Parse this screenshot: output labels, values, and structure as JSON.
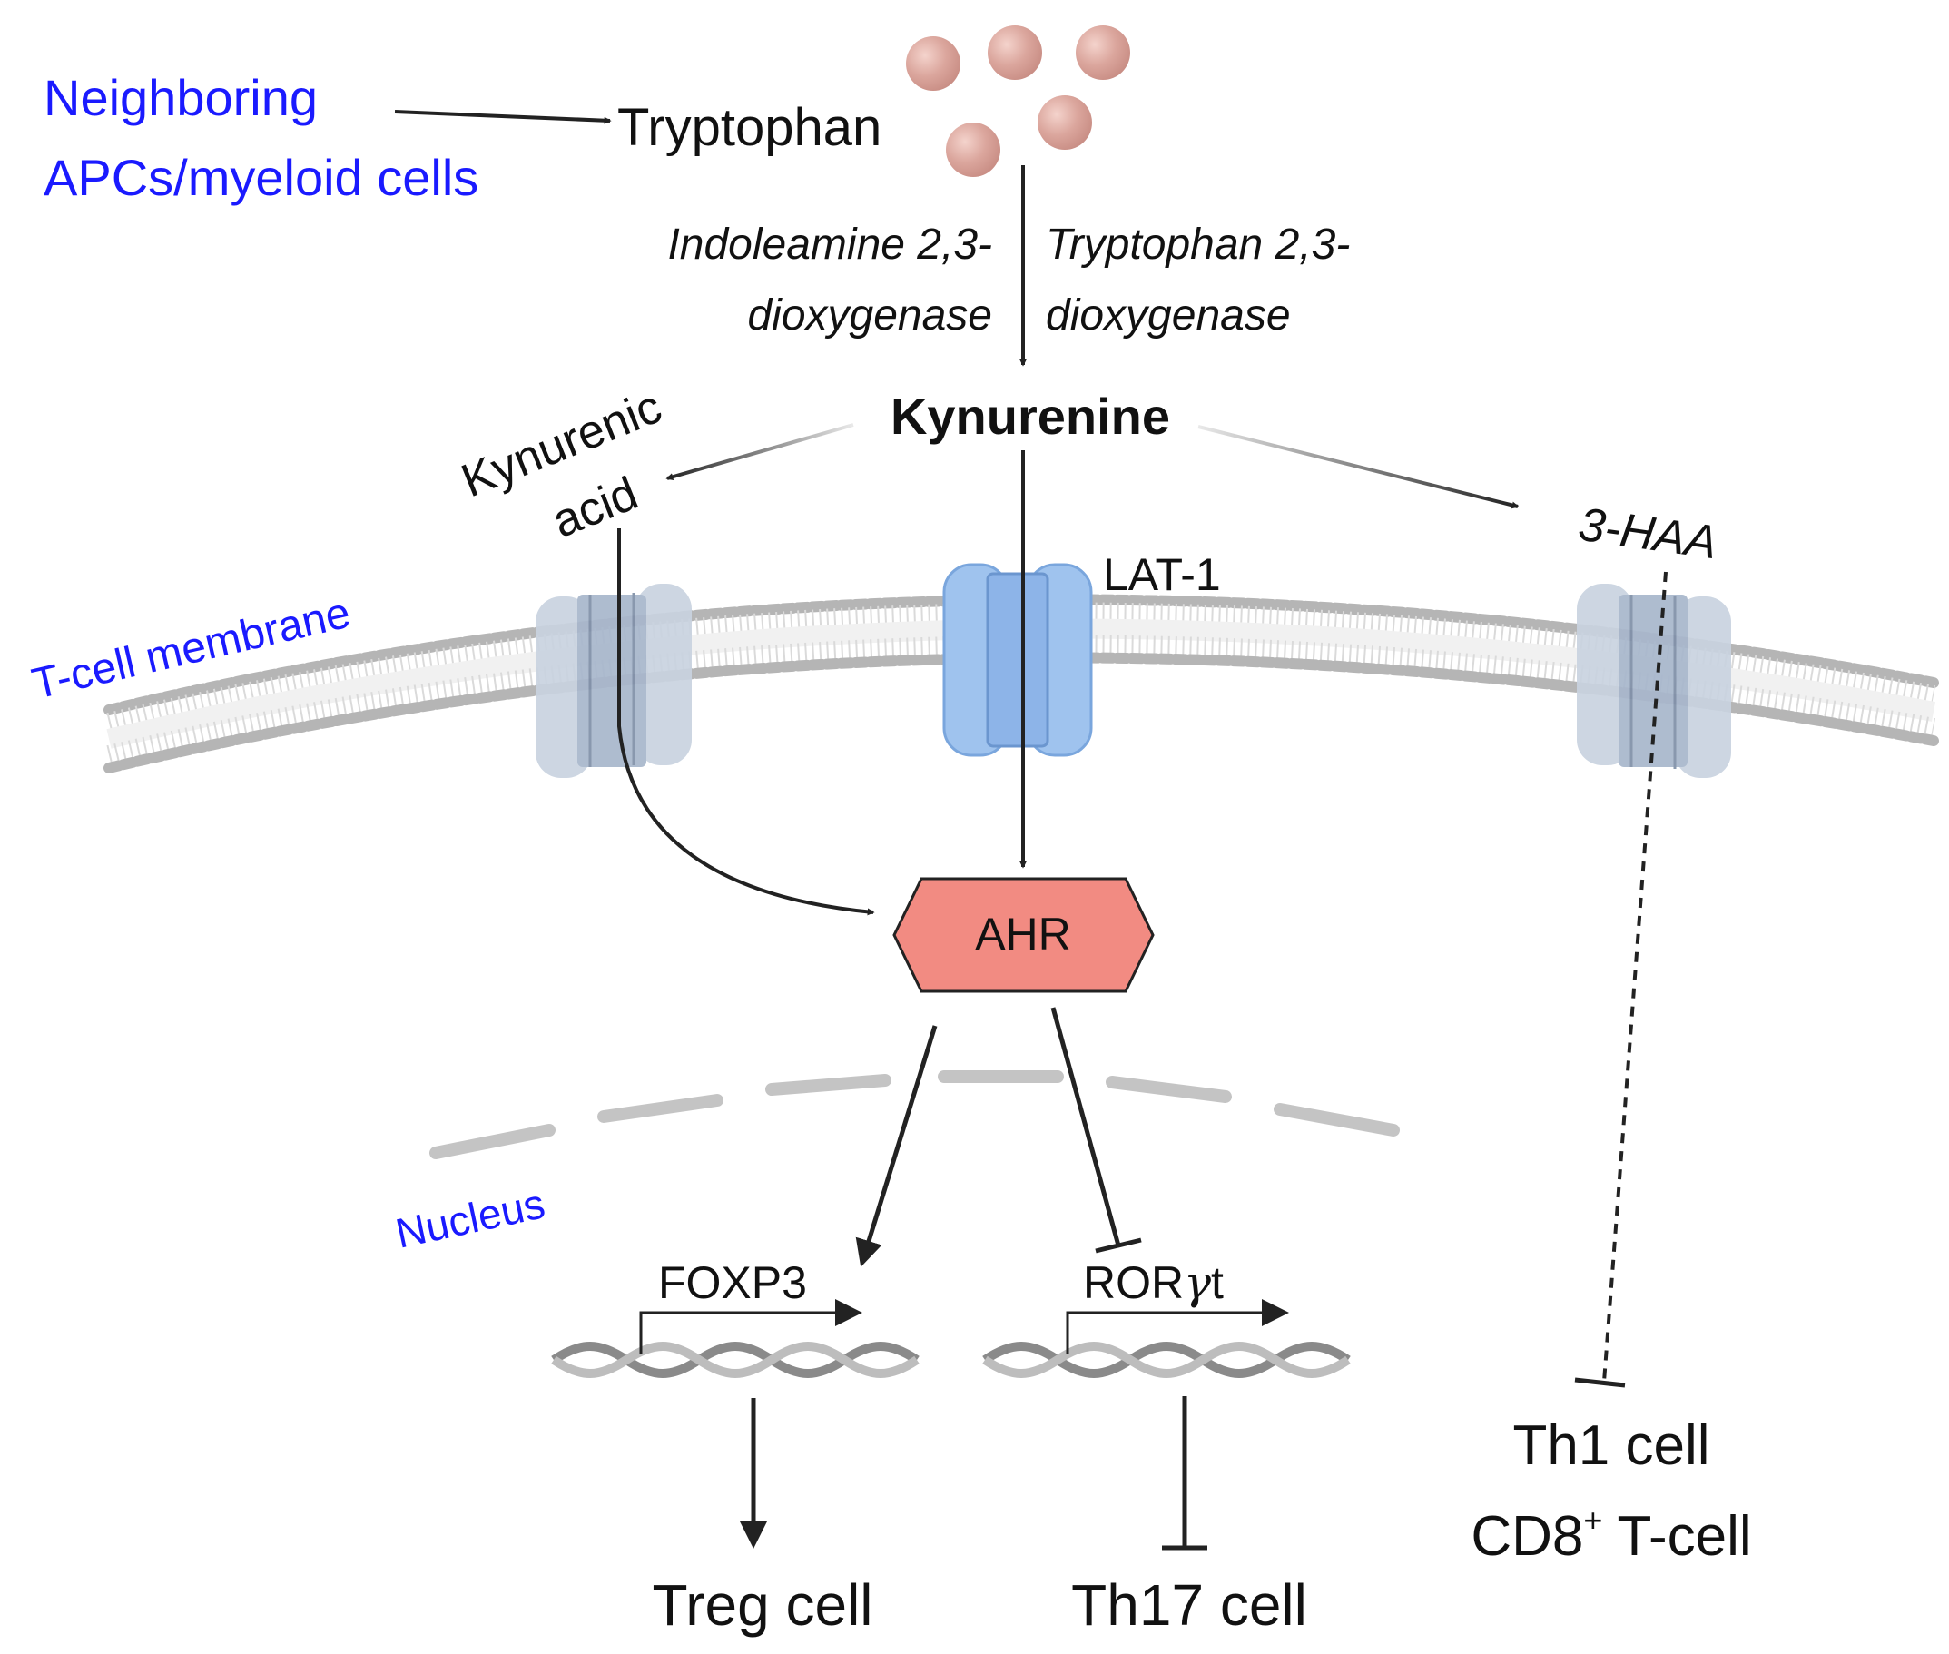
{
  "labels": {
    "source_cells_line1": "Neighboring",
    "source_cells_line2": "APCs/myeloid cells",
    "tryptophan": "Tryptophan",
    "ido_line1": "Indoleamine 2,3-",
    "ido_line2": "dioxygenase",
    "tdo_line1": "Tryptophan 2,3-",
    "tdo_line2": "dioxygenase",
    "kynurenine": "Kynurenine",
    "kynurenic_acid_line1": "Kynurenic",
    "kynurenic_acid_line2": "acid",
    "haa": "3-HAA",
    "lat1": "LAT-1",
    "membrane": "T-cell membrane",
    "ahr": "AHR",
    "nucleus": "Nucleus",
    "foxp3": "FOXP3",
    "rorgt_prefix": "ROR",
    "rorgt_greek": "γ",
    "rorgt_suffix": "t",
    "treg": "Treg cell",
    "th17": "Th17 cell",
    "th1": "Th1 cell",
    "cd8_prefix": "CD8",
    "cd8_sup": "+",
    "cd8_suffix": " T-cell"
  },
  "colors": {
    "blue_text": "#1a1aff",
    "ahr_fill": "#f28b82",
    "lat1_fill": "#9fc3ee",
    "channel_fill": "#c9d3e0",
    "molecule": "#d9a098",
    "lipid": "#b8b8b8",
    "arrow": "#222222"
  }
}
